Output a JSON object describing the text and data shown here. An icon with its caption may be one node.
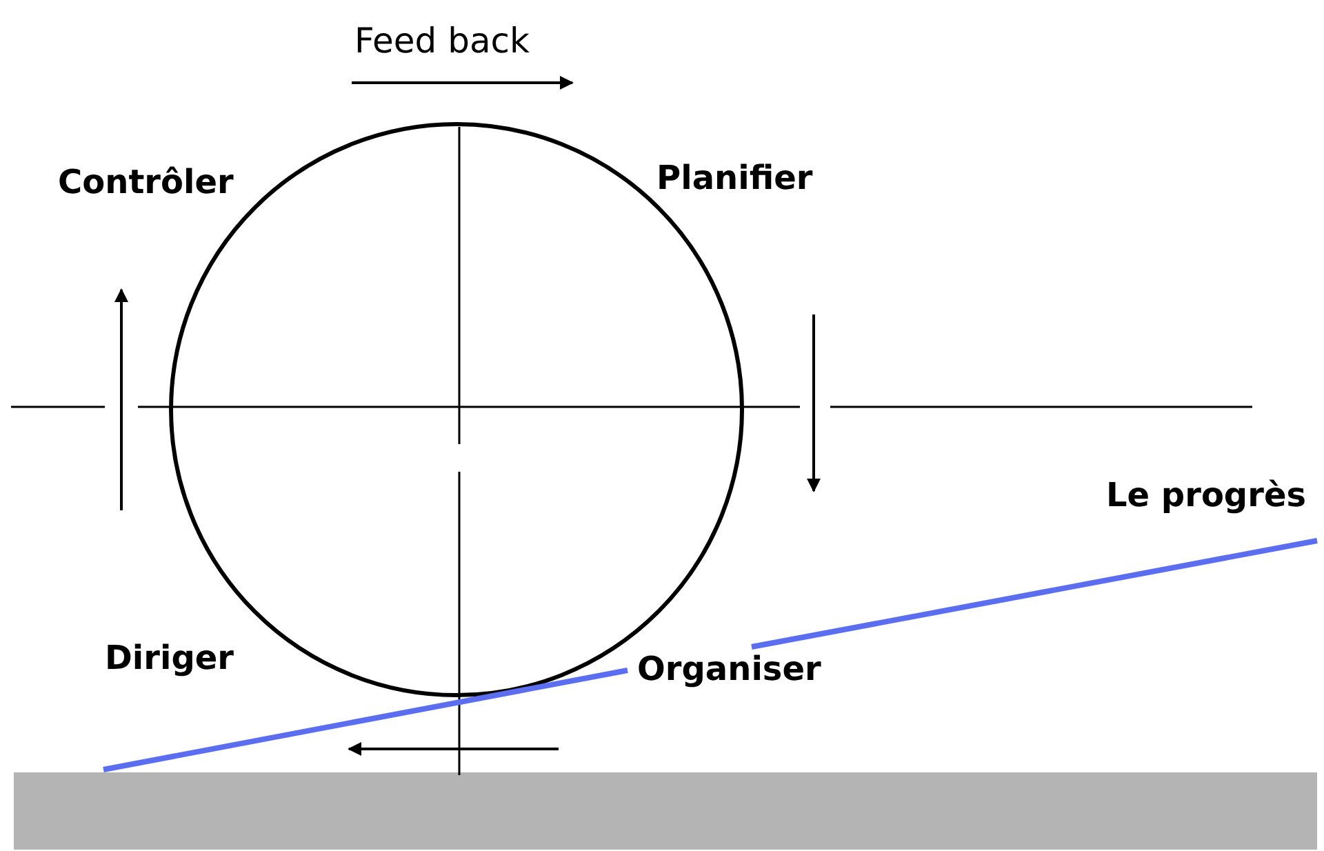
{
  "diagram": {
    "labels": [
      "Feed back",
      "Contrôler",
      "Planifier",
      "Le progrès",
      "Diriger",
      "Organiser"
    ]
  }
}
